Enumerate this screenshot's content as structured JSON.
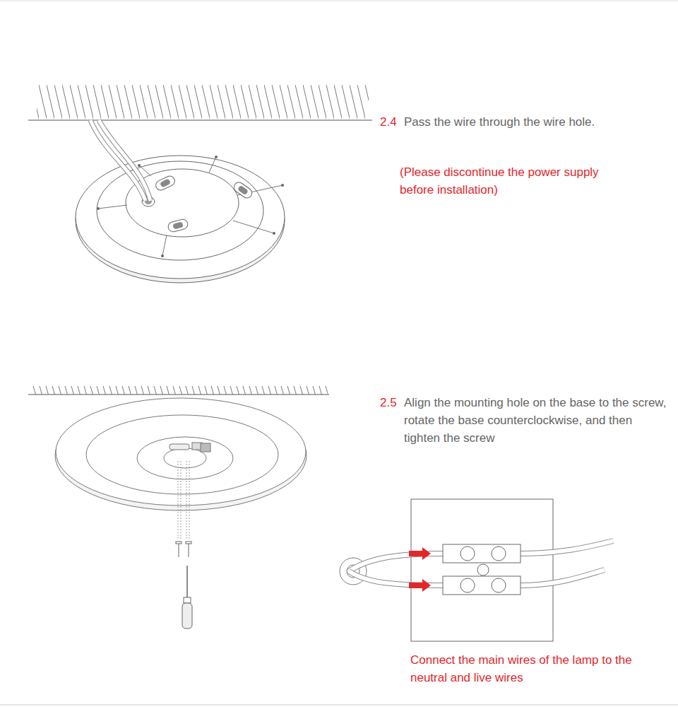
{
  "diagram": {
    "labels": [
      "2.4",
      "Pass the wire through the wire hole.",
      "(Please discontinue the power supply before installation)",
      "2.5",
      "Align the mounting hole on the base to the screw, rotate the base counterclockwise, and then tighten the screw",
      "Connect the main wires of the lamp to the neutral and live wires"
    ]
  }
}
